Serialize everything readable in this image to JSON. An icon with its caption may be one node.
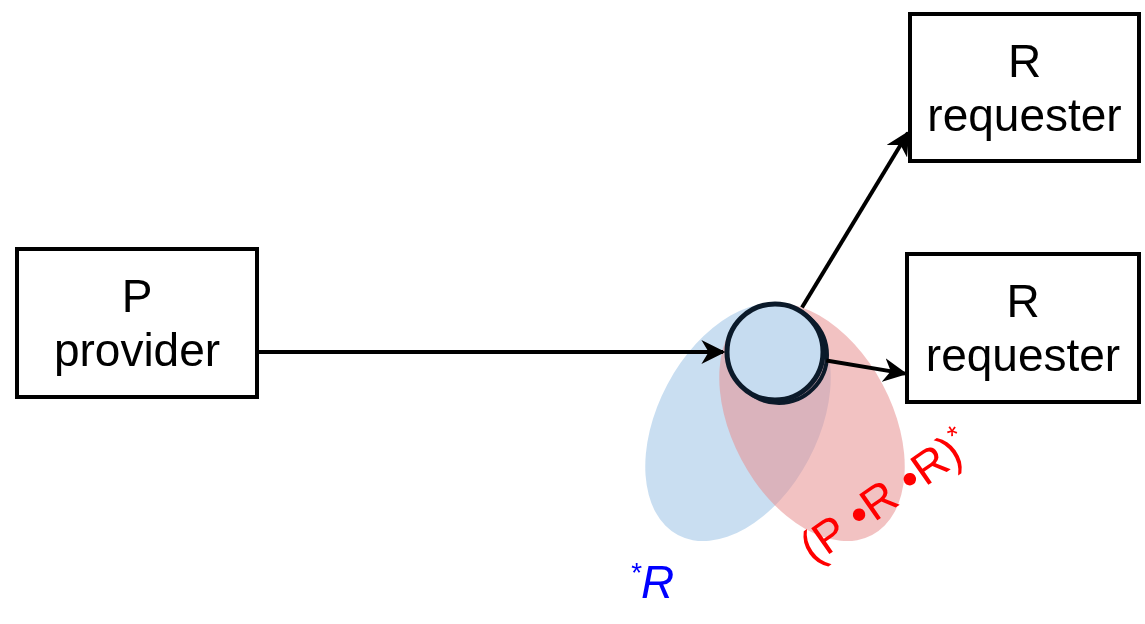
{
  "diagram": {
    "nodes": [
      {
        "text": [
          "P",
          "provider"
        ]
      },
      {
        "text": [
          "R",
          "requester"
        ]
      },
      {
        "text": [
          "R",
          "requester"
        ]
      },
      {
        "text": [],
        "shape": "circle"
      }
    ],
    "edges": [
      {
        "from": 0,
        "to": 3,
        "arrow": "to"
      },
      {
        "from": 3,
        "to": 1,
        "arrow": "to"
      },
      {
        "from": 3,
        "to": 2,
        "arrow": "to"
      }
    ],
    "labels": [
      "$^{*}$R",
      "(P •R •R)$^{*}$"
    ]
  }
}
